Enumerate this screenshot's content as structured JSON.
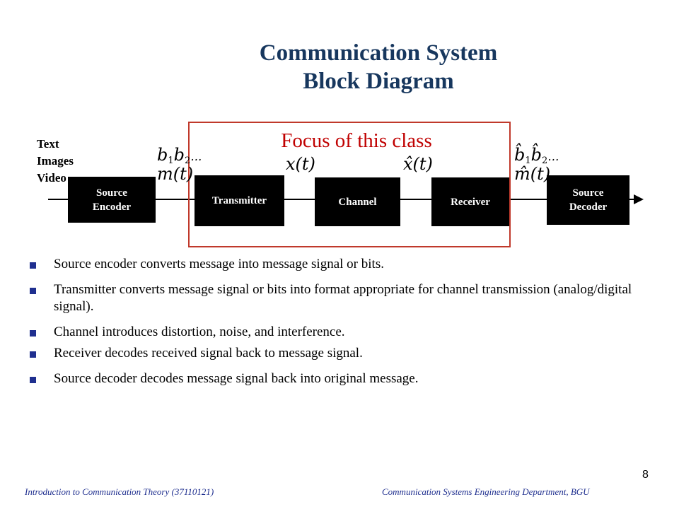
{
  "title": {
    "line1": "Communication System",
    "line2": "Block Diagram"
  },
  "inputs": [
    "Text",
    "Images",
    "Video"
  ],
  "focus_label": "Focus of this class",
  "blocks": {
    "source_encoder": [
      "Source",
      "Encoder"
    ],
    "transmitter": "Transmitter",
    "channel": "Channel",
    "receiver": "Receiver",
    "source_decoder": [
      "Source",
      "Decoder"
    ]
  },
  "signals": {
    "bits_in": {
      "b": "b",
      "s1": "1",
      "s2": "2",
      "dots": "…"
    },
    "m": "m(t)",
    "x": "x(t)",
    "x_hat": "x̂(t)",
    "bits_out": {
      "b": "b̂",
      "s1": "1",
      "s2": "2",
      "dots": "…"
    },
    "m_hat": "m̂(t)"
  },
  "bullets": [
    "Source encoder converts message into message signal or bits.",
    "Transmitter converts message signal or bits into format appropriate for channel transmission (analog/digital signal).",
    "Channel introduces distortion, noise, and interference.",
    "Receiver decodes received signal back to message signal.",
    "Source decoder decodes message signal back into original message."
  ],
  "page_number": "8",
  "footer": {
    "left": "Introduction  to Communication Theory (37110121)",
    "right": "Communication Systems Engineering Department, BGU"
  },
  "colors": {
    "title": "#17375e",
    "focus": "#c00000",
    "bullet": "#1f2f8f",
    "block": "#000000"
  }
}
